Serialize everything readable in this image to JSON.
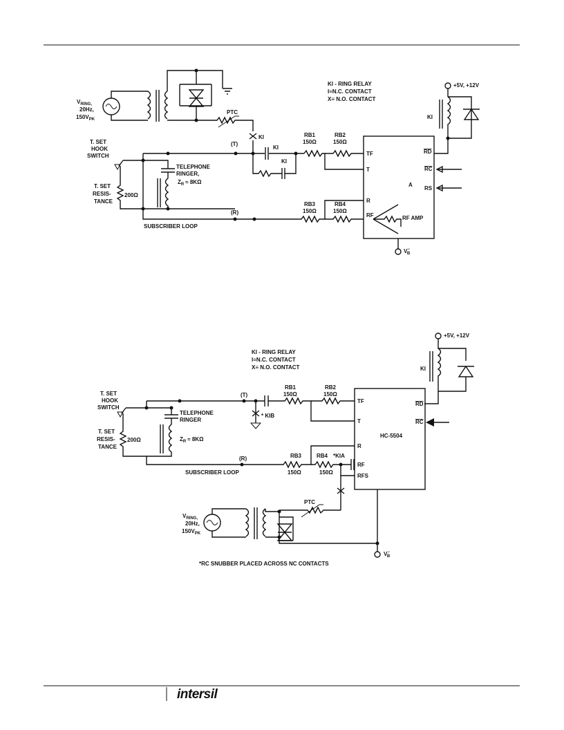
{
  "circuit1": {
    "vring_line1": "V",
    "vring_sub": "RING,",
    "vring_line2": "20Hz,",
    "vring_line3": "150V",
    "vring_line3_sub": "PK",
    "ptc": "PTC",
    "ki_top": "KI",
    "ki_series": "KI",
    "ki_lower": "KI",
    "legend": [
      "KI - RING RELAY",
      "I≡N.C. CONTACT",
      "X≡ N.O. CONTACT"
    ],
    "supply": "+5V, +12V",
    "relay_coil": "KI",
    "tip_label": "(T)",
    "ring_label": "(R)",
    "hook_switch": [
      "T. SET",
      "HOOK",
      "SWITCH"
    ],
    "set_resistance": [
      "T. SET",
      "RESIS-",
      "TANCE"
    ],
    "res_200": "200Ω",
    "ringer": [
      "TELEPHONE",
      "RINGER,"
    ],
    "zr": "Z",
    "zr_sub": "R",
    "zr_value": "≈ 8KΩ",
    "rb1": [
      "RB1",
      "150Ω"
    ],
    "rb2": [
      "RB2",
      "150Ω"
    ],
    "rb3": [
      "RB3",
      "150Ω"
    ],
    "rb4": [
      "RB4",
      "150Ω"
    ],
    "pin_tf": "TF",
    "pin_t": "T",
    "pin_r": "R",
    "pin_rf": "RF",
    "pin_rd": "RD",
    "pin_rc": "RC",
    "pin_rs": "RS",
    "chip_label": "A",
    "rf_amp": "RF AMP",
    "vb": "V",
    "vb_sup": "−",
    "vb_sub": "B",
    "loop": "SUBSCRIBER LOOP"
  },
  "circuit2": {
    "legend": [
      "KI - RING RELAY",
      "I≡N.C. CONTACT",
      "X≡ N.O. CONTACT"
    ],
    "supply": "+5V, +12V",
    "relay_coil": "KI",
    "tip_label": "(T)",
    "ring_label": "(R)",
    "kib": "* KIB",
    "kia": "*KIA",
    "hook_switch": [
      "T. SET",
      "HOOK",
      "SWITCH"
    ],
    "set_resistance": [
      "T. SET",
      "RESIS-",
      "TANCE"
    ],
    "res_200": "200Ω",
    "ringer": [
      "TELEPHONE",
      "RINGER"
    ],
    "zr": "Z",
    "zr_sub": "R",
    "zr_value": "≈ 8KΩ",
    "rb1": [
      "RB1",
      "150Ω"
    ],
    "rb2": [
      "RB2",
      "150Ω"
    ],
    "rb3": [
      "RB3",
      "150Ω"
    ],
    "rb4": [
      "RB4",
      "150Ω"
    ],
    "pin_tf": "TF",
    "pin_t": "T",
    "pin_r": "R",
    "pin_rf": "RF",
    "pin_rfs": "RFS",
    "pin_rd": "RD",
    "pin_rc": "RC",
    "chip_label": "HC-5504",
    "loop": "SUBSCRIBER LOOP",
    "ptc": "PTC",
    "vring_line1": "V",
    "vring_sub": "RING,",
    "vring_line2": "20Hz,",
    "vring_line3": "150V",
    "vring_line3_sub": "PK",
    "vb": "V",
    "vb_sup": "−",
    "vb_sub": "B",
    "note": "*RC SNUBBER PLACED ACROSS NC CONTACTS"
  },
  "footer": {
    "logo": "intersil"
  }
}
